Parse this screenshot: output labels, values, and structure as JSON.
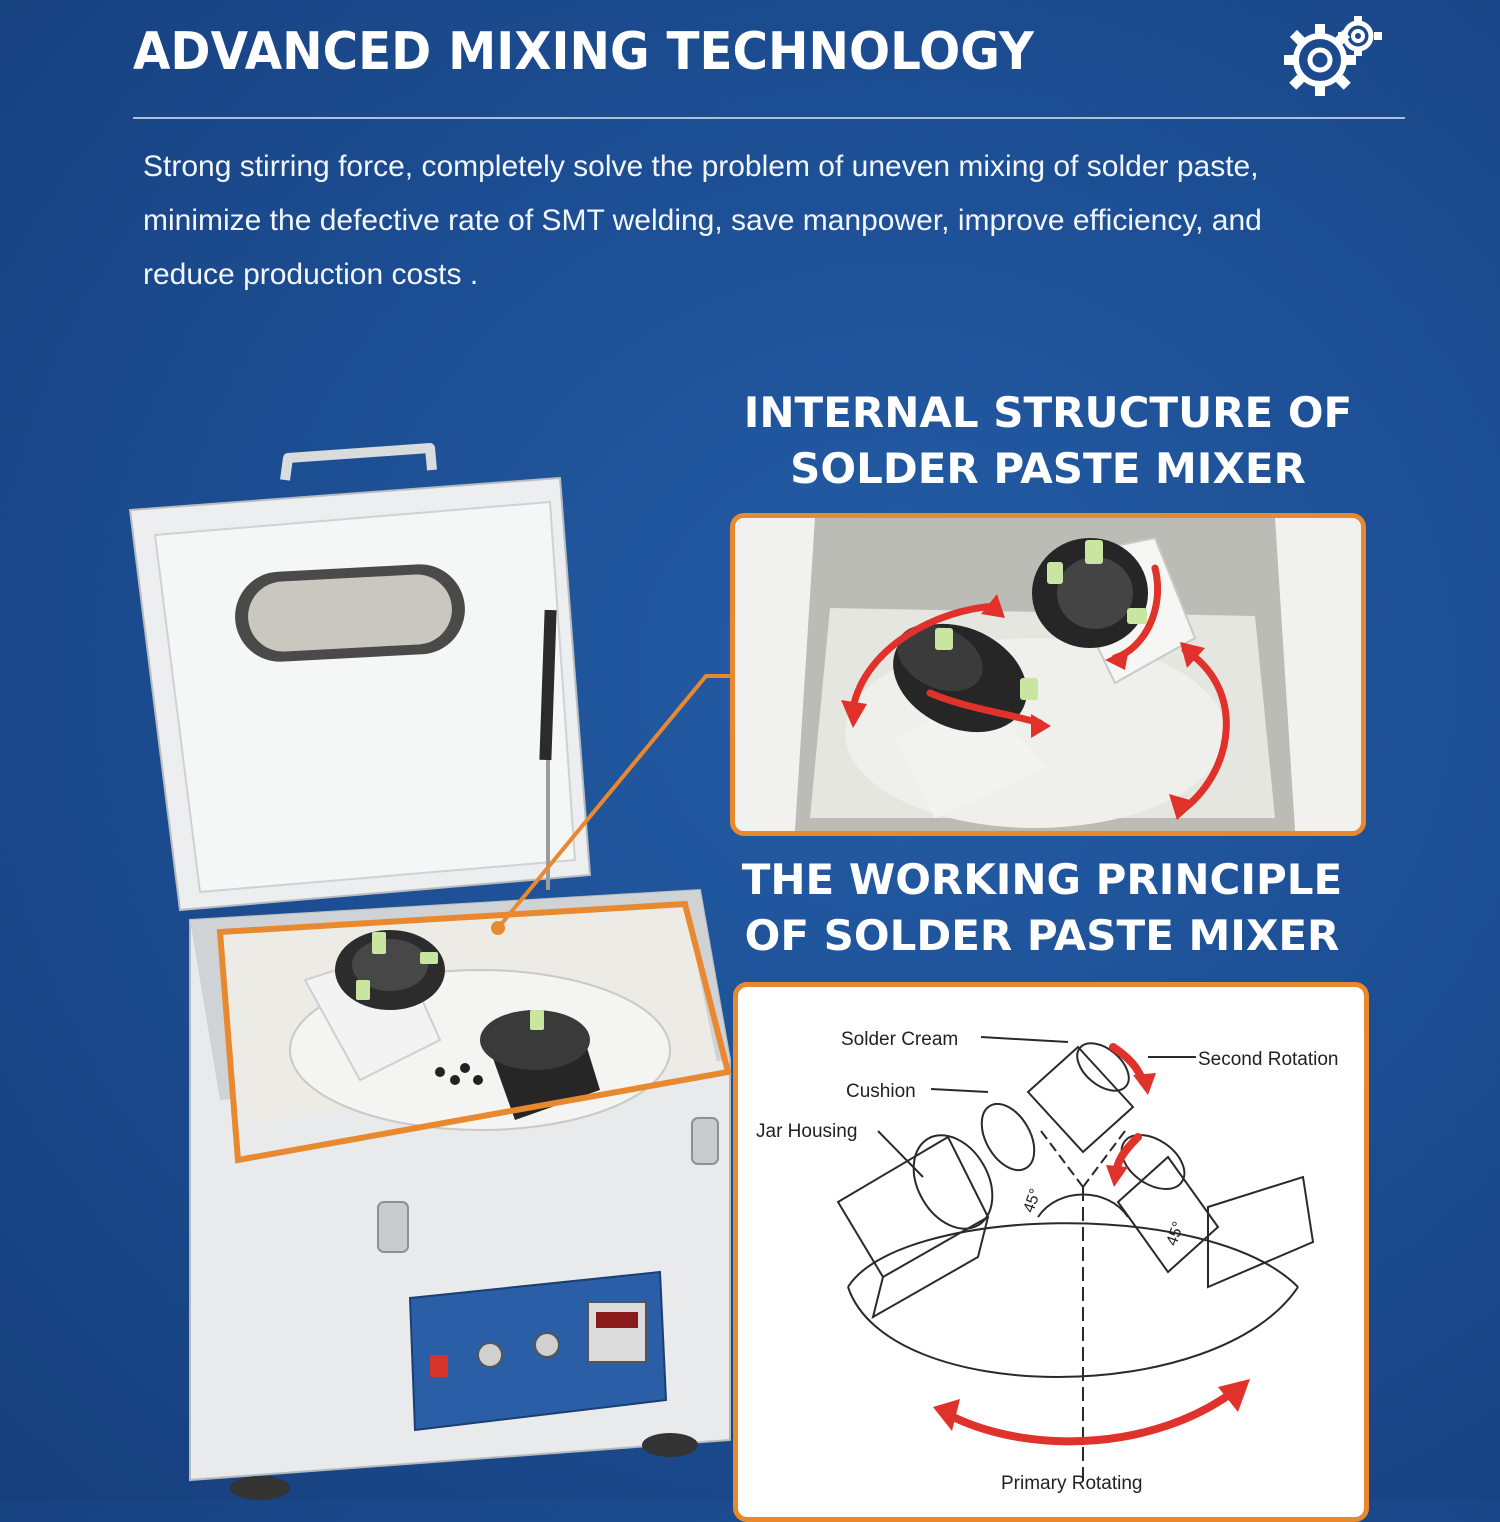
{
  "header": {
    "title": "ADVANCED MIXING TECHNOLOGY",
    "icon": "gears-icon"
  },
  "intro": {
    "text": "Strong stirring force, completely solve the problem of uneven mixing of solder paste, minimize the defective rate of SMT welding, save manpower, improve efficiency, and reduce production costs ."
  },
  "section_structure": {
    "title_line1": "INTERNAL STRUCTURE OF",
    "title_line2": "SOLDER PASTE MIXER"
  },
  "section_principle": {
    "title_line1": "THE WORKING PRINCIPLE",
    "title_line2": "OF SOLDER PASTE MIXER"
  },
  "diagram": {
    "labels": {
      "solder_cream": "Solder Cream",
      "second_rotation": "Second Rotation",
      "cushion": "Cushion",
      "jar_housing": "Jar Housing",
      "primary_rotating": "Primary Rotating",
      "angle_left": "45°",
      "angle_right": "45°"
    }
  },
  "colors": {
    "background": "#1d4f95",
    "frame_orange": "#e8892f",
    "arrow_red": "#e0322a",
    "text_white": "#ffffff"
  }
}
